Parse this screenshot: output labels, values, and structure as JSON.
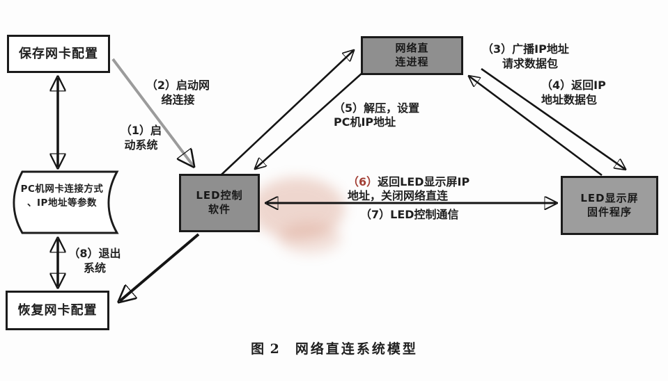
{
  "figure": {
    "caption_prefix": "图 2",
    "caption_title": "网络直连系统模型"
  },
  "boxes": {
    "save_config": {
      "label": "保存网卡配置"
    },
    "pc_params": {
      "line1": "PC机网卡连接方式",
      "line2": "、IP地址等参数"
    },
    "restore_config": {
      "label": "恢复网卡配置"
    },
    "led_software": {
      "line1": "LED控制",
      "line2": "软件"
    },
    "network_process": {
      "line1": "网络直",
      "line2": "连进程"
    },
    "led_firmware": {
      "line1": "LED显示屏",
      "line2": "固件程序"
    }
  },
  "steps": {
    "s1": {
      "line1": "（1）启",
      "line2": "动系统"
    },
    "s2": {
      "line1": "（2）启动网",
      "line2": "络连接"
    },
    "s3": {
      "line1": "（3）广播IP地址",
      "line2": "请求数据包"
    },
    "s4": {
      "line1": "（4）返回IP",
      "line2": "地址数据包"
    },
    "s5": {
      "line1": "（5）解压，设置",
      "line2": "PC机IP地址"
    },
    "s6": {
      "num": "（6）",
      "line1_rest": "返回LED显示屏IP",
      "line2": "地址，关闭网络直连"
    },
    "s7": {
      "line1": "（7）LED控制通信"
    },
    "s8": {
      "line1": "（8）退出",
      "line2": "系统"
    }
  },
  "colors": {
    "process_box_fill": "#8f8f8f",
    "box_border": "#1b1b1b",
    "text": "#1f1f1f",
    "step6_number": "#a23f35",
    "arrow": "#141414",
    "gray_arrow": "#9b9b9b",
    "watermark": "#cd7f64"
  }
}
